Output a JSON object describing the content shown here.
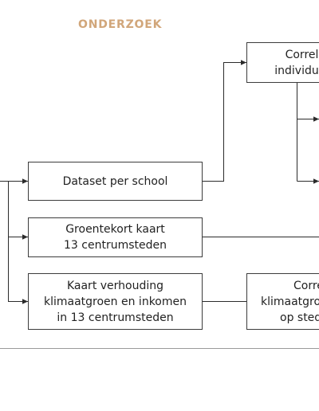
{
  "header": {
    "title": "ONDERZOEK"
  },
  "nodes": {
    "top_right": {
      "lines": [
        "Correl",
        "individu"
      ]
    },
    "dataset": {
      "lines": [
        "Dataset per school"
      ]
    },
    "groentekort": {
      "lines": [
        "Groentekort kaart",
        "13 centrumsteden"
      ]
    },
    "kaart": {
      "lines": [
        "Kaart verhouding",
        "klimaatgroen en inkomen",
        "in 13 centrumsteden"
      ]
    },
    "bottom_right": {
      "lines": [
        "Corre",
        "klimaatgro",
        "op sted"
      ]
    }
  },
  "colors": {
    "accent": "#d1a67a",
    "line": "#2b2b2b",
    "box_border": "#3c3c3c",
    "divider": "#9a9a9a"
  }
}
